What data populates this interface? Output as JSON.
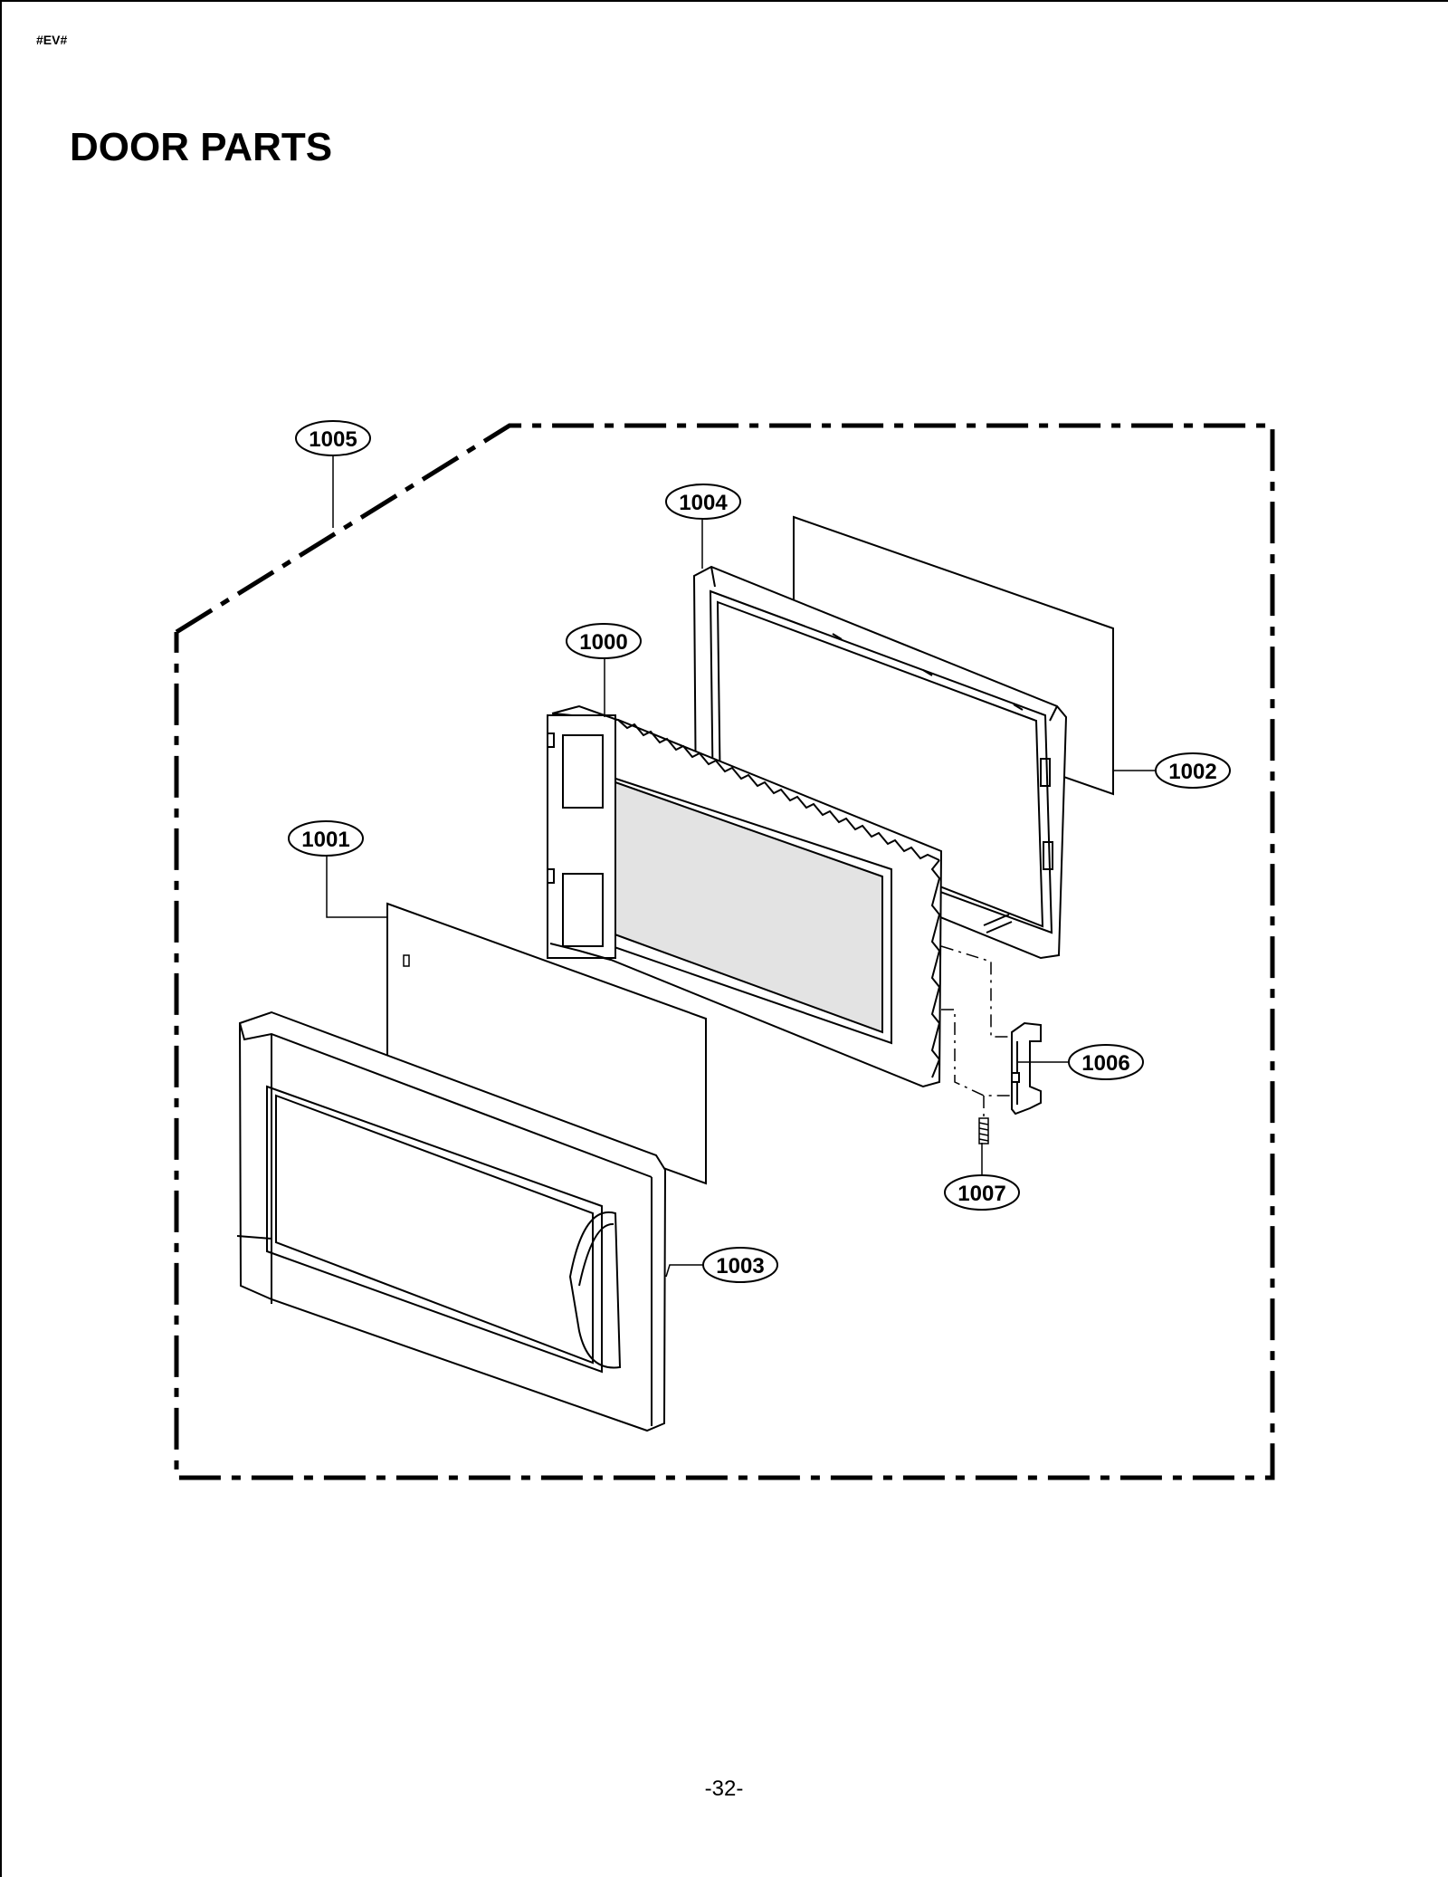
{
  "header": {
    "doc_code": "#EV#"
  },
  "title": "DOOR PARTS",
  "footer": {
    "page_number": "-32-"
  },
  "diagram": {
    "callouts": [
      {
        "id": "1005",
        "label": "1005"
      },
      {
        "id": "1004",
        "label": "1004"
      },
      {
        "id": "1000",
        "label": "1000"
      },
      {
        "id": "1002",
        "label": "1002"
      },
      {
        "id": "1001",
        "label": "1001"
      },
      {
        "id": "1006",
        "label": "1006"
      },
      {
        "id": "1007",
        "label": "1007"
      },
      {
        "id": "1003",
        "label": "1003"
      }
    ]
  }
}
